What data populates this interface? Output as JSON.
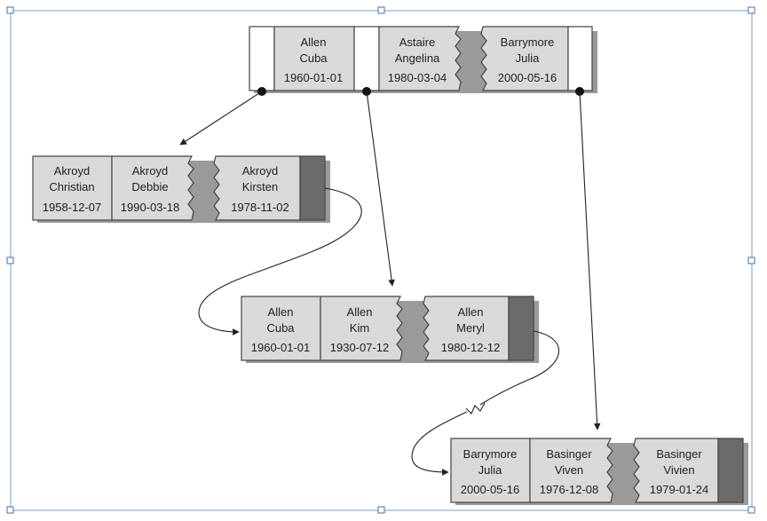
{
  "nodes": {
    "root": {
      "c1": {
        "last": "Allen",
        "first": "Cuba",
        "date": "1960-01-01"
      },
      "c2": {
        "last": "Astaire",
        "first": "Angelina",
        "date": "1980-03-04"
      },
      "c3": {
        "last": "Barrymore",
        "first": "Julia",
        "date": "2000-05-16"
      }
    },
    "leaf1": {
      "c1": {
        "last": "Akroyd",
        "first": "Christian",
        "date": "1958-12-07"
      },
      "c2": {
        "last": "Akroyd",
        "first": "Debbie",
        "date": "1990-03-18"
      },
      "c3": {
        "last": "Akroyd",
        "first": "Kirsten",
        "date": "1978-11-02"
      }
    },
    "leaf2": {
      "c1": {
        "last": "Allen",
        "first": "Cuba",
        "date": "1960-01-01"
      },
      "c2": {
        "last": "Allen",
        "first": "Kim",
        "date": "1930-07-12"
      },
      "c3": {
        "last": "Allen",
        "first": "Meryl",
        "date": "1980-12-12"
      }
    },
    "leaf3": {
      "c1": {
        "last": "Barrymore",
        "first": "Julia",
        "date": "2000-05-16"
      },
      "c2": {
        "last": "Basinger",
        "first": "Viven",
        "date": "1976-12-08"
      },
      "c3": {
        "last": "Basinger",
        "first": "Vivien",
        "date": "1979-01-24"
      }
    }
  },
  "colors": {
    "cell_fill": "#d9d9d9",
    "pointer_dark": "#6b6b6b",
    "frame_border": "#7a9cc6"
  }
}
